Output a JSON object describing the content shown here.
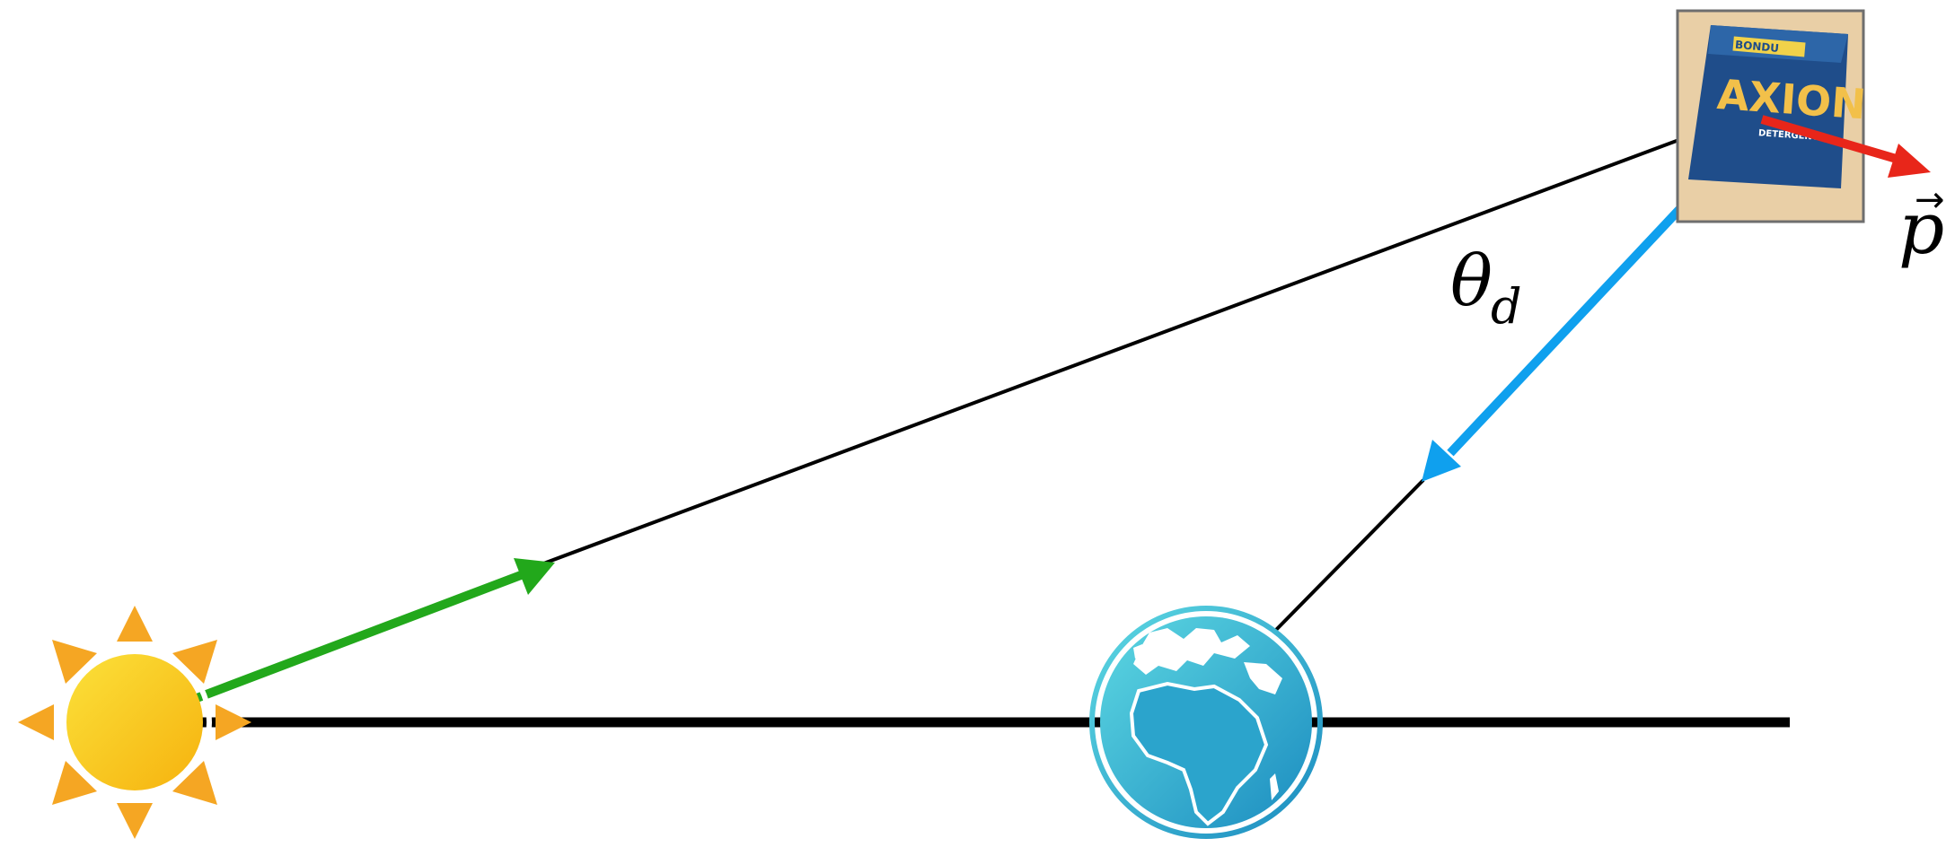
{
  "labels": {
    "angle": "θ",
    "angle_subscript": "d",
    "momentum": "p",
    "momentum_arrow": "→"
  },
  "axion_box": {
    "title": "AXION",
    "brand": "BONDU",
    "subtext": "DETERGENT"
  },
  "colors": {
    "sun": "#F9C312",
    "sun_rays": "#F5A623",
    "green_arrow": "#22A81B",
    "blue_arrow": "#0FA0EE",
    "red_arrow": "#E8261A",
    "earth_light": "#5DD3E0",
    "earth_dark": "#1D93C4",
    "lines": "#000000",
    "box_background": "#E9CFA6",
    "box_package": "#1F4D8A"
  },
  "icons": [
    "sun-icon",
    "earth-icon",
    "axion-box-image"
  ]
}
